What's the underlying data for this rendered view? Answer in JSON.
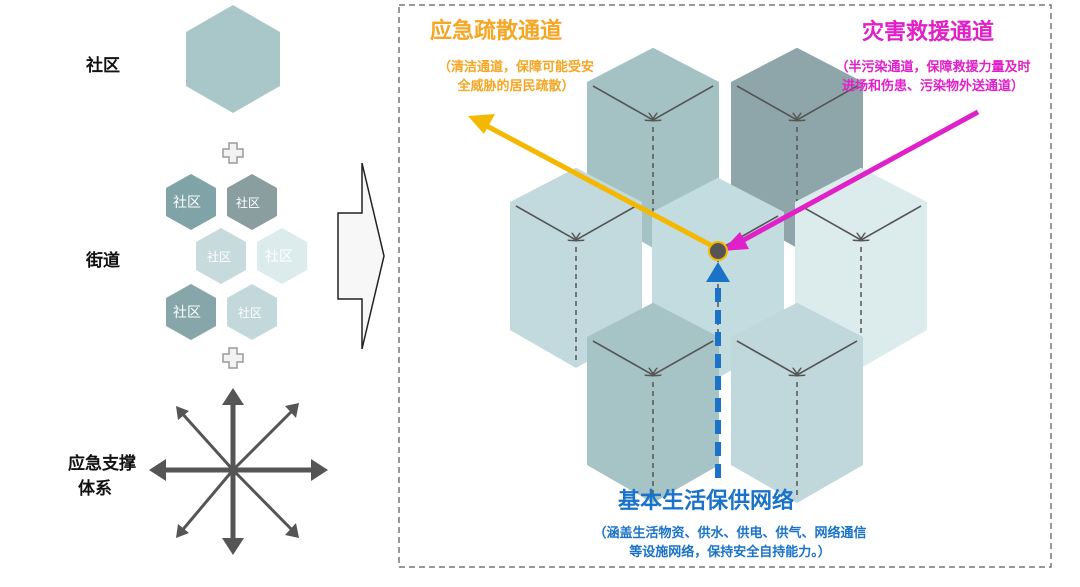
{
  "left": {
    "level1_label": "社区",
    "level2_label": "街道",
    "level3_label_line1": "应急支撑",
    "level3_label_line2": "体系",
    "hex_label": "社区"
  },
  "right": {
    "evacuation": {
      "title": "应急疏散通道",
      "note_line1": "（清洁通道，保障可能受安",
      "note_line2": "全威胁的居民疏散）",
      "color": "#f5a623"
    },
    "rescue": {
      "title": "灾害救援通道",
      "note_line1": "（半污染通道，保障救援力量及时",
      "note_line2": "进场和伤患、污染物外送通道）",
      "color": "#e020c8"
    },
    "supply": {
      "title": "基本生活保供网络",
      "note_line1": "（涵盖生活物资、供水、供电、供气、网络通信",
      "note_line2": "等设施网络，保持安全自持能力。）",
      "color": "#1a73c9"
    }
  },
  "colors": {
    "hex_light": "#a9c7c9",
    "hex_dark": "#8aa7aa",
    "hex_pale": "#dcecec",
    "cube_light": "#c3dcdf",
    "cube_dark": "#8fa9ac",
    "arrow_evac": "#f5b800",
    "arrow_rescue": "#e020c8",
    "arrow_supply": "#1a73c9"
  }
}
